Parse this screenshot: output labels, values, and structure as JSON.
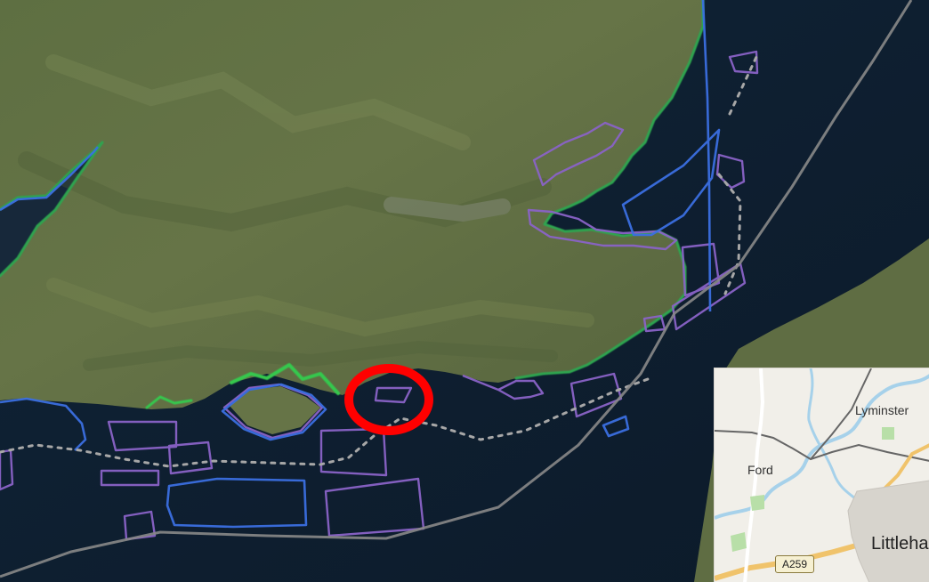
{
  "map": {
    "highlight_color": "#ff0000",
    "boundary_colors": {
      "green": "#2ea44f",
      "purple": "#8a63c7",
      "blue": "#3b6fe0",
      "gray": "#888888"
    }
  },
  "inset": {
    "places": {
      "lyminster": "Lyminster",
      "ford": "Ford",
      "littlehampton": "Littleha"
    },
    "road": "A259"
  }
}
